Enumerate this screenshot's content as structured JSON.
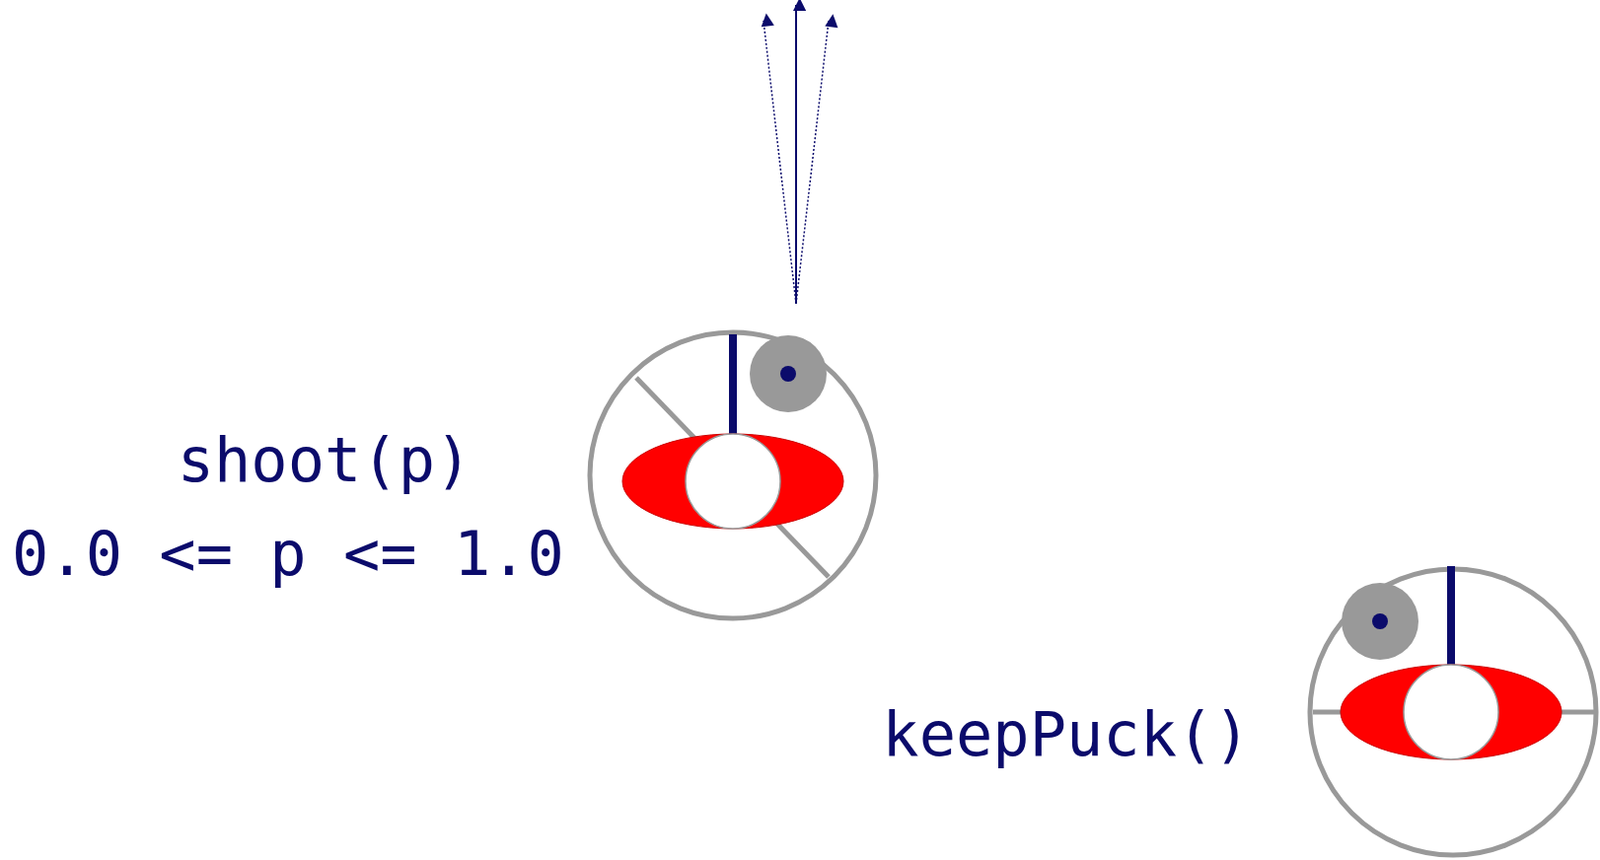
{
  "diagram": {
    "labels": [
      "shoot(p)",
      "0.0 <= p <= 1.0",
      "keepPuck()"
    ]
  }
}
